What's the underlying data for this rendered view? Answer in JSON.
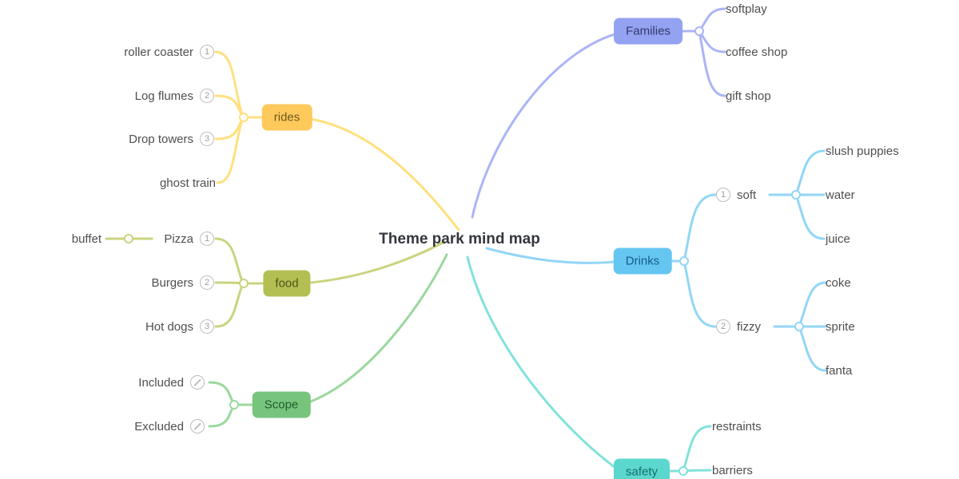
{
  "title": "Theme park mind map",
  "branches": {
    "rides": {
      "label": "rides",
      "colors": {
        "node_bg": "#FFC95C",
        "node_text": "#6E5B1E",
        "line": "#FFE07E"
      },
      "children": [
        {
          "label": "roller coaster",
          "badge": "1",
          "icon": "priority-1-badge"
        },
        {
          "label": "Log flumes",
          "badge": "2",
          "icon": "priority-2-badge"
        },
        {
          "label": "Drop towers",
          "badge": "3",
          "icon": "priority-3-badge"
        },
        {
          "label": "ghost train"
        }
      ]
    },
    "families": {
      "label": "Families",
      "colors": {
        "node_bg": "#94A2F2",
        "node_text": "#2F3A66",
        "line": "#ABB5F5"
      },
      "children": [
        {
          "label": "softplay"
        },
        {
          "label": "coffee shop"
        },
        {
          "label": "gift shop"
        }
      ]
    },
    "food": {
      "label": "food",
      "colors": {
        "node_bg": "#B4BF53",
        "node_text": "#4E5418",
        "line": "#CBD37E"
      },
      "children": [
        {
          "label": "Pizza",
          "badge": "1",
          "icon": "priority-1-badge",
          "children": [
            {
              "label": "buffet"
            }
          ]
        },
        {
          "label": "Burgers",
          "badge": "2",
          "icon": "priority-2-badge"
        },
        {
          "label": "Hot dogs",
          "badge": "3",
          "icon": "priority-3-badge"
        }
      ]
    },
    "drinks": {
      "label": "Drinks",
      "colors": {
        "node_bg": "#66C6F2",
        "node_text": "#135D86",
        "line": "#92D6F7"
      },
      "children": [
        {
          "label": "soft",
          "badge": "1",
          "icon": "priority-1-badge",
          "children": [
            {
              "label": "slush puppies"
            },
            {
              "label": "water"
            },
            {
              "label": "juice"
            }
          ]
        },
        {
          "label": "fizzy",
          "badge": "2",
          "icon": "priority-2-badge",
          "children": [
            {
              "label": "coke"
            },
            {
              "label": "sprite"
            },
            {
              "label": "fanta"
            }
          ]
        }
      ]
    },
    "scope": {
      "label": "Scope",
      "colors": {
        "node_bg": "#77C57D",
        "node_text": "#215E2C",
        "line": "#9BD89E"
      },
      "children": [
        {
          "label": "Included",
          "icon": "no-entry-icon"
        },
        {
          "label": "Excluded",
          "icon": "no-entry-icon"
        }
      ]
    },
    "safety": {
      "label": "safety",
      "colors": {
        "node_bg": "#5BD7CE",
        "node_text": "#136F68",
        "line": "#82E2DB"
      },
      "children": [
        {
          "label": "restraints"
        },
        {
          "label": "barriers"
        }
      ]
    }
  }
}
